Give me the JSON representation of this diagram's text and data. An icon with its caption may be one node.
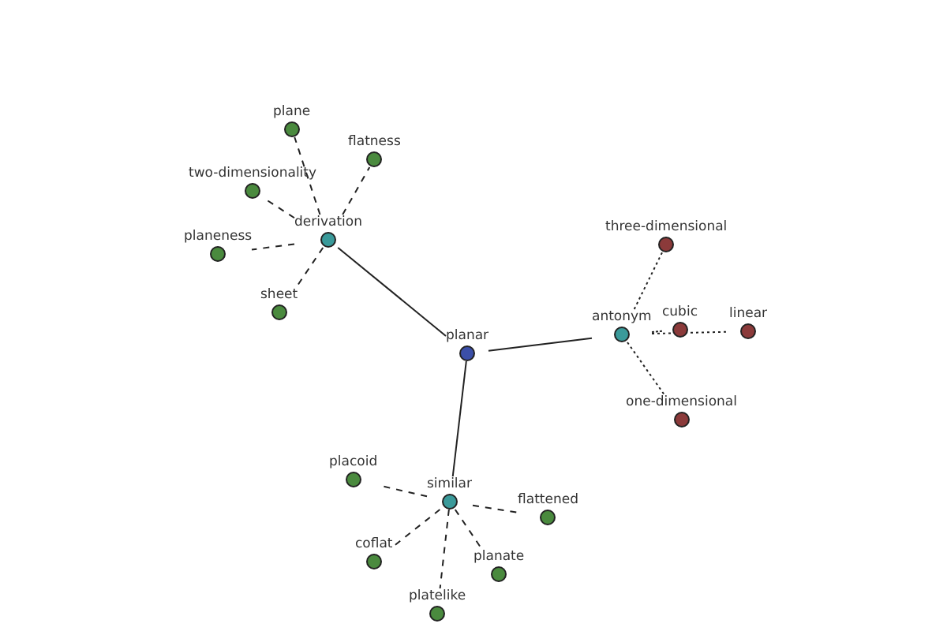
{
  "diagram": {
    "nodes": [
      {
        "text": [
          "planar"
        ]
      },
      {
        "text": [
          "derivation"
        ]
      },
      {
        "text": [
          "plane"
        ]
      },
      {
        "text": [
          "flatness"
        ]
      },
      {
        "text": [
          "two-dimensionality"
        ]
      },
      {
        "text": [
          "planeness"
        ]
      },
      {
        "text": [
          "sheet"
        ]
      },
      {
        "text": [
          "antonym"
        ]
      },
      {
        "text": [
          "three-dimensional"
        ]
      },
      {
        "text": [
          "cubic"
        ]
      },
      {
        "text": [
          "linear"
        ]
      },
      {
        "text": [
          "one-dimensional"
        ]
      },
      {
        "text": [
          "similar"
        ]
      },
      {
        "text": [
          "placoid"
        ]
      },
      {
        "text": [
          "flattened"
        ]
      },
      {
        "text": [
          "coflat"
        ]
      },
      {
        "text": [
          "planate"
        ]
      },
      {
        "text": [
          "platelike"
        ]
      }
    ],
    "edges": [
      {
        "from": 0,
        "to": 1,
        "arrow": "none"
      },
      {
        "from": 0,
        "to": 7,
        "arrow": "none"
      },
      {
        "from": 0,
        "to": 12,
        "arrow": "none"
      },
      {
        "from": 1,
        "to": 2,
        "arrow": "none",
        "style": "dashed"
      },
      {
        "from": 1,
        "to": 3,
        "arrow": "none",
        "style": "dashed"
      },
      {
        "from": 1,
        "to": 4,
        "arrow": "none",
        "style": "dashed"
      },
      {
        "from": 1,
        "to": 5,
        "arrow": "none",
        "style": "dashed"
      },
      {
        "from": 1,
        "to": 6,
        "arrow": "none",
        "style": "dashed"
      },
      {
        "from": 7,
        "to": 8,
        "arrow": "none",
        "style": "dashed"
      },
      {
        "from": 7,
        "to": 9,
        "arrow": "none",
        "style": "dashed"
      },
      {
        "from": 7,
        "to": 10,
        "arrow": "none",
        "style": "dashed"
      },
      {
        "from": 7,
        "to": 11,
        "arrow": "none",
        "style": "dashed"
      },
      {
        "from": 12,
        "to": 13,
        "arrow": "none",
        "style": "dashed"
      },
      {
        "from": 12,
        "to": 14,
        "arrow": "none",
        "style": "dashed"
      },
      {
        "from": 12,
        "to": 15,
        "arrow": "none",
        "style": "dashed"
      },
      {
        "from": 12,
        "to": 16,
        "arrow": "none",
        "style": "dashed"
      },
      {
        "from": 12,
        "to": 17,
        "arrow": "none",
        "style": "dashed"
      }
    ]
  }
}
